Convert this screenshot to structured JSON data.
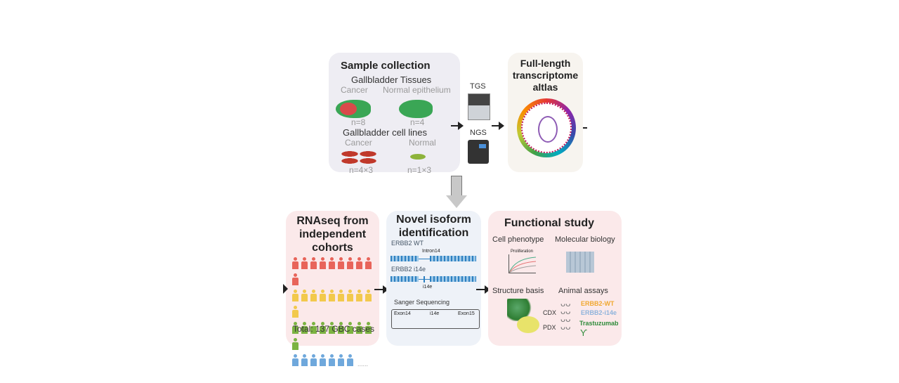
{
  "sample_collection": {
    "title": "Sample collection",
    "tissues": "Gallbladder Tissues",
    "tissue_cancer": "Cancer",
    "tissue_normal": "Normal epithelium",
    "n_cancer": "n=8",
    "n_normal": "n=4",
    "cell_lines": "Gallbladder cell lines",
    "cell_cancer": "Cancer",
    "cell_normal": "Normal",
    "n_cell_cancer": "n=4×3",
    "n_cell_normal": "n=1×3"
  },
  "sequencing": {
    "tgs": "TGS",
    "ngs": "NGS"
  },
  "atlas": {
    "title_1": "Full-length",
    "title_2": "transcriptome",
    "title_3": "altlas"
  },
  "rnaseq": {
    "title_1": "RNAseq from",
    "title_2": "independent",
    "title_3": "cohorts",
    "total": "Total: 137 GBC cases",
    "ellipsis": "......",
    "colors": [
      "#e8645a",
      "#f2c94c",
      "#7cb342",
      "#6fa8dc"
    ]
  },
  "isoform": {
    "title_1": "Novel isoform",
    "title_2": "identification",
    "wt": "ERBB2 WT",
    "intron": "Intron14",
    "i14e_label": "ERBB2 i14e",
    "i14e": "i14e",
    "sanger": "Sanger Sequencing",
    "exon14": "Exon14",
    "i14e_seq": "i14e",
    "exon15": "Exon15"
  },
  "functional": {
    "title": "Functional study",
    "cell_phenotype": "Cell phenotype",
    "proliferation": "Proliferation",
    "molecular": "Molecular biology",
    "structure": "Structure basis",
    "animal": "Animal assays",
    "cdx": "CDX",
    "pdx": "PDX",
    "erbb2_wt": "ERBB2-WT",
    "erbb2_i14e": "ERBB2-i14e",
    "trastuzumab": "Trastuzumab",
    "colors": {
      "wt": "#f0a830",
      "i14e": "#8fb4dc",
      "trastuzumab": "#2e8b3a"
    }
  }
}
